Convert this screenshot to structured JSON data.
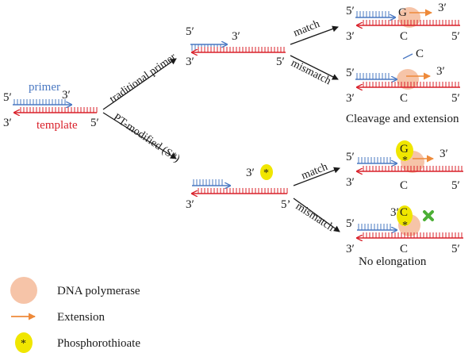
{
  "colors": {
    "template": "#d9202a",
    "primer": "#4a78c2",
    "polymerase": "#f6c4a8",
    "extension": "#ee8a3a",
    "phosphorothioate": "#f0e600",
    "mismatch_cross": "#4caf36"
  },
  "labels": {
    "five_prime": "5′",
    "three_prime": "3′",
    "primer": "primer",
    "template": "template",
    "traditional_primer": "traditional primer",
    "pt_modified": "PT-modified (S*)",
    "match": "match",
    "mismatch": "mismatch",
    "base_g": "G",
    "base_c": "C",
    "asterisk": "*",
    "cleavage_and_extension": "Cleavage and extension",
    "no_elongation": "No elongation",
    "five_prime_plain": "5’"
  },
  "legend": {
    "dna_polymerase": "DNA polymerase",
    "extension": "Extension",
    "phosphorothioate": "Phosphorothioate"
  }
}
